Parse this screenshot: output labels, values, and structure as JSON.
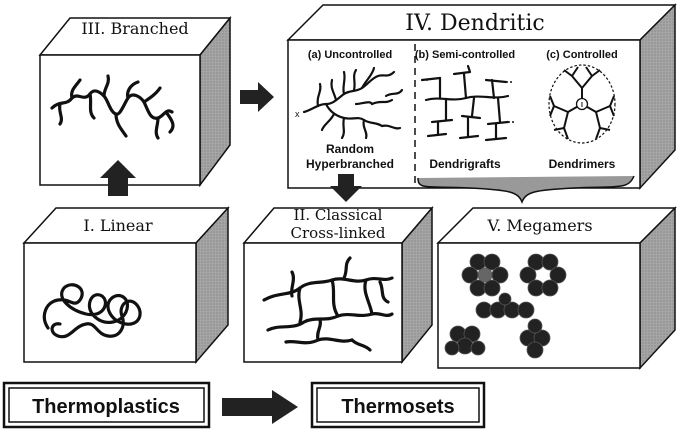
{
  "boxes": {
    "branched": {
      "label": "III. Branched"
    },
    "dendritic": {
      "label": "IV. Dendritic",
      "sub_a": {
        "header": "(a) Uncontrolled",
        "caption_line1": "Random",
        "caption_line2": "Hyperbranched",
        "marker": "x"
      },
      "sub_b": {
        "header": "(b) Semi-controlled",
        "caption": "Dendrigrafts"
      },
      "sub_c": {
        "header": "(c) Controlled",
        "caption": "Dendrimers",
        "core_label": "I"
      }
    },
    "linear": {
      "label": "I. Linear"
    },
    "crosslinked": {
      "label_line1": "II.  Classical",
      "label_line2": "Cross-linked"
    },
    "megamers": {
      "label": "V. Megamers"
    }
  },
  "bottom": {
    "thermoplastics": "Thermoplastics",
    "thermosets": "Thermosets"
  },
  "colors": {
    "ink": "#111111",
    "cube_side": "#9a9a9a",
    "cube_top": "#ffffff",
    "sphere": "#222222"
  },
  "icons": [
    "arrow-right-icon",
    "arrow-up-icon",
    "arrow-down-icon",
    "brace-icon"
  ]
}
